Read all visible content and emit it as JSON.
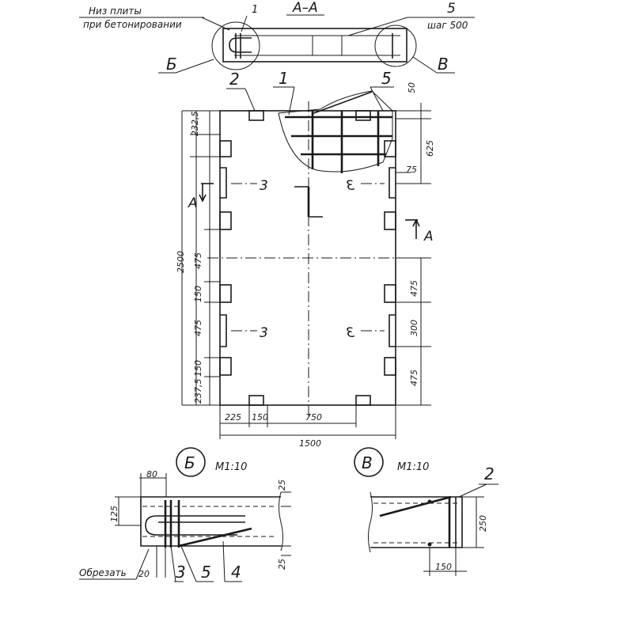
{
  "top_section": {
    "note_line1": "Низ плиты",
    "note_line2": "при бетонировании",
    "section_title": "А–А",
    "marker_1": "1",
    "marker_5": "5",
    "step_label": "шаг 500",
    "callout_b": "Б",
    "callout_v": "В"
  },
  "plan": {
    "marker_2": "2",
    "marker_1": "1",
    "marker_5": "5",
    "section_left": "А",
    "section_right": "А",
    "hook_left_top": "3",
    "hook_right_top": "3",
    "hook_left_bottom": "3",
    "hook_right_bottom": "3",
    "dims_left": [
      "232,5",
      "475",
      "150",
      "475",
      "150",
      "237,5"
    ],
    "dim_total_height": "2500",
    "dims_right": [
      "50",
      "625",
      "75",
      "475",
      "300",
      "475"
    ],
    "dims_bottom": [
      "225",
      "150",
      "750"
    ],
    "dim_total_width": "1500"
  },
  "detail_b": {
    "circle_label": "Б",
    "scale": "М1:10",
    "dim_80": "80",
    "dim_25_top": "25",
    "dim_125": "125",
    "dim_25_bottom": "25",
    "dim_20": "20",
    "cut_label": "Обрезать",
    "marker_3": "3",
    "marker_5": "5",
    "marker_4": "4"
  },
  "detail_v": {
    "circle_label": "В",
    "scale": "М1:10",
    "marker_2": "2",
    "dim_250": "250",
    "dim_150": "150"
  }
}
